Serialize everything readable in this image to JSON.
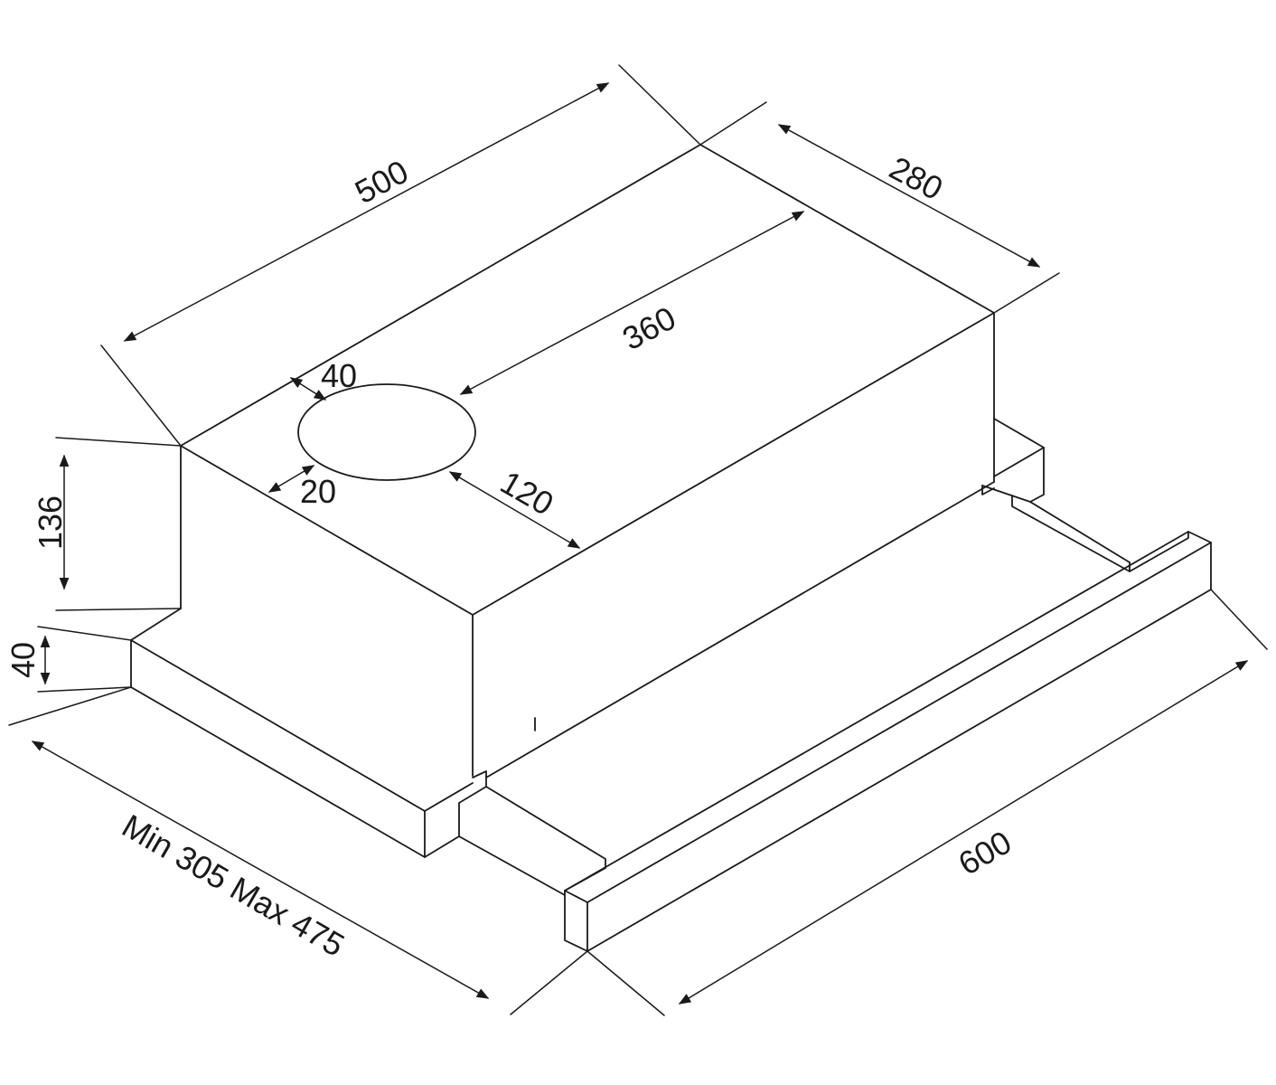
{
  "diagram": {
    "labels": {
      "length_500": "500",
      "depth_280": "280",
      "duct_offset_360": "360",
      "duct_side_40": "40",
      "duct_front_20": "20",
      "duct_length_120": "120",
      "height_136": "136",
      "visor_height_40": "40",
      "extension_range": "Min 305 Max 475",
      "width_600": "600"
    },
    "colors": {
      "line": "#1a1a1a",
      "background": "#ffffff"
    }
  }
}
